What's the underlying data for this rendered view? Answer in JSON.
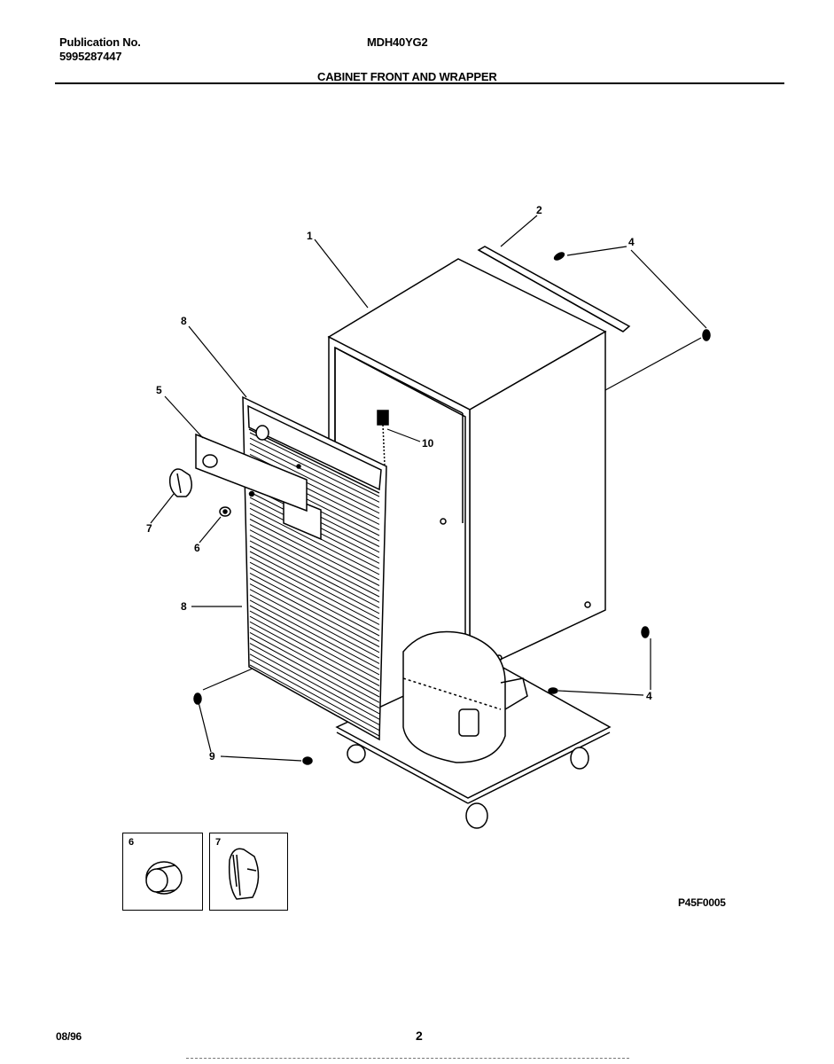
{
  "header": {
    "publication_label": "Publication No.",
    "publication_number": "5995287447",
    "model": "MDH40YG2",
    "section_title": "CABINET FRONT AND WRAPPER"
  },
  "callouts": {
    "c1": "1",
    "c2": "2",
    "c4a": "4",
    "c4b": "4",
    "c5": "5",
    "c6": "6",
    "c7": "7",
    "c8a": "8",
    "c8b": "8",
    "c9": "9",
    "c10": "10"
  },
  "insets": {
    "a": "6",
    "b": "7"
  },
  "figure_id": "P45F0005",
  "footer": {
    "date": "08/96",
    "page": "2"
  }
}
